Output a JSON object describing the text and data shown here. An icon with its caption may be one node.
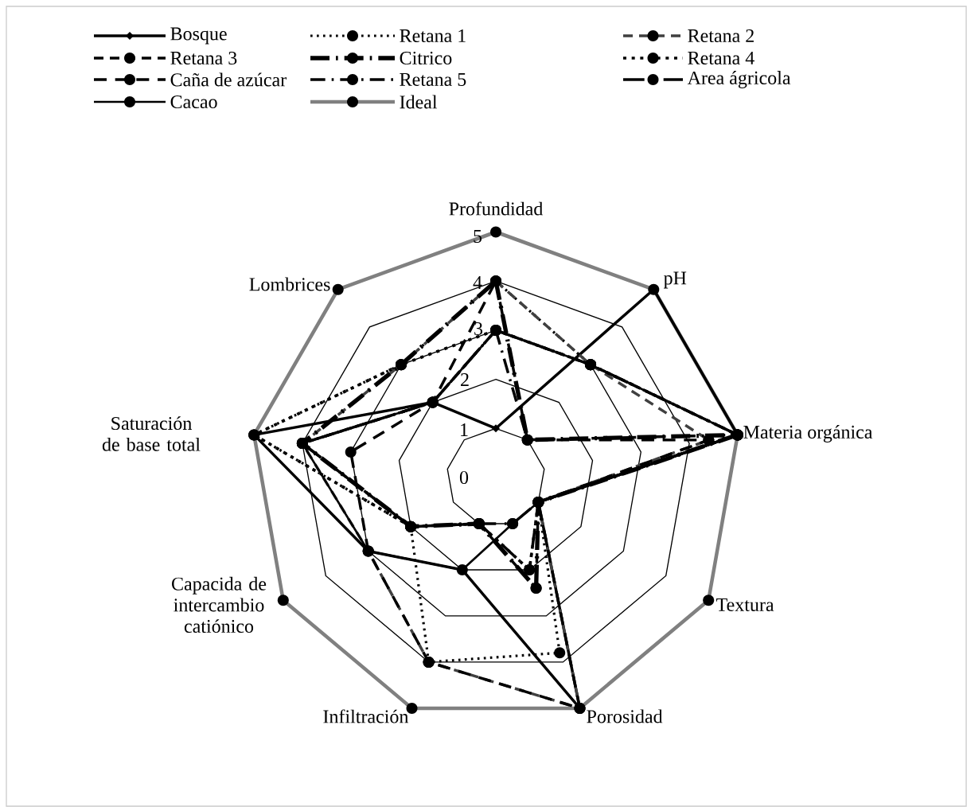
{
  "diagram": {
    "labels": [
      "Profundidad",
      "5",
      "Lombrices",
      "4",
      "pH",
      "3",
      "2",
      "Saturación de base total",
      "1",
      "Materia orgánica",
      "0",
      "Capacida de intercambio catiónico",
      "Textura",
      "Infiltración",
      "Porosidad"
    ],
    "legend": [
      {
        "text": "Bosque"
      },
      {
        "text": "Retana 1"
      },
      {
        "text": "Retana 2"
      },
      {
        "text": "Retana 3"
      },
      {
        "text": "Citrico"
      },
      {
        "text": "Retana 4"
      },
      {
        "text": "Caña de azúcar"
      },
      {
        "text": "Retana 5"
      },
      {
        "text": "Area ágricola"
      },
      {
        "text": "Cacao"
      },
      {
        "text": "Ideal"
      }
    ]
  }
}
